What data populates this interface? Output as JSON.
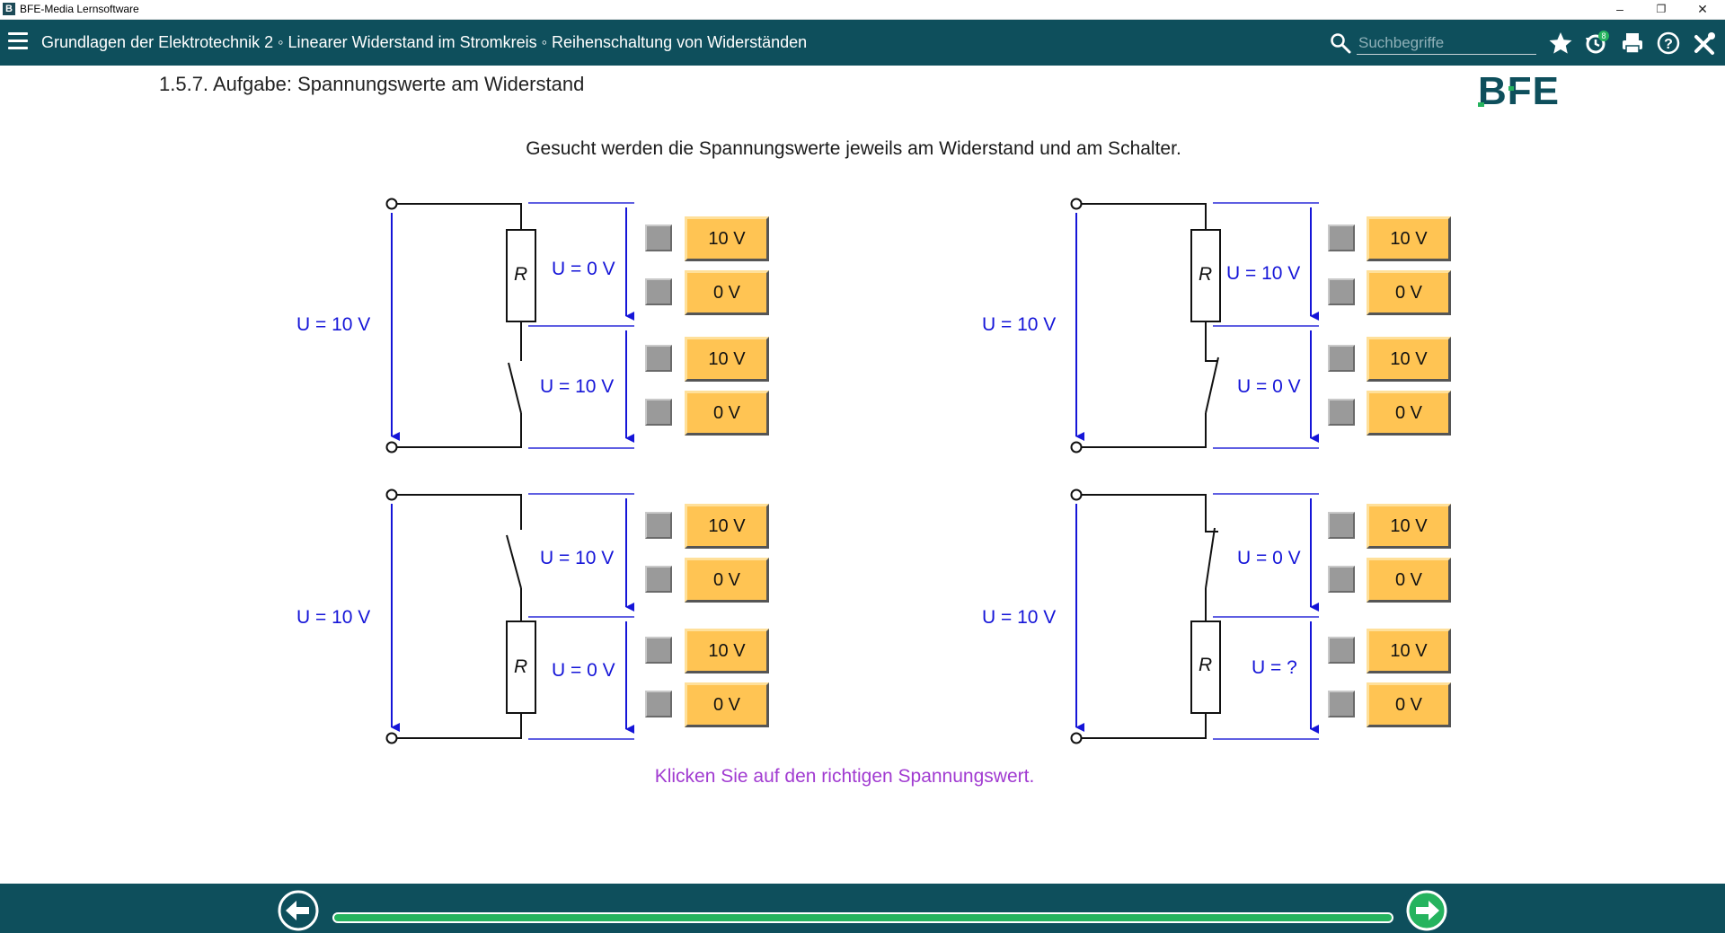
{
  "window": {
    "title": "BFE-Media Lernsoftware",
    "icon_letter": "B",
    "minimize": "–",
    "restore": "❐",
    "close": "✕"
  },
  "header": {
    "breadcrumb": "Grundlagen der Elektrotechnik 2 ◦ Linearer Widerstand im Stromkreis ◦ Reihenschaltung von Widerständen",
    "search_placeholder": "Suchbegriffe",
    "icons": [
      "hamburger-icon",
      "search-icon",
      "star-icon",
      "history-icon",
      "print-icon",
      "help-icon",
      "tools-icon"
    ],
    "history_badge": "8"
  },
  "page": {
    "heading": "1.5.7. Aufgabe: Spannungswerte am Widerstand",
    "instruction": "Gesucht werden die Spannungswerte jeweils am Widerstand und am Schalter.",
    "hint": "Klicken Sie auf den richtigen Spannungswert.",
    "logo": "BFE"
  },
  "circuits": [
    {
      "source_label": "U  = 10 V",
      "resistor": "R",
      "top_voltage": "U = 0 V",
      "bottom_voltage": "U = 10 V",
      "top_options": [
        "10 V",
        "0 V"
      ],
      "bottom_options": [
        "10 V",
        "0 V"
      ]
    },
    {
      "source_label": "U  = 10 V",
      "resistor": "R",
      "top_voltage": "U = 10 V",
      "bottom_voltage": "U = 0 V",
      "top_options": [
        "10 V",
        "0 V"
      ],
      "bottom_options": [
        "10 V",
        "0 V"
      ]
    },
    {
      "source_label": "U  = 10 V",
      "resistor": "R",
      "top_voltage": "U = 10 V",
      "bottom_voltage": "U = 0 V",
      "top_options": [
        "10 V",
        "0 V"
      ],
      "bottom_options": [
        "10 V",
        "0 V"
      ]
    },
    {
      "source_label": "U  = 10 V",
      "resistor": "R",
      "top_voltage": "U = 0 V",
      "bottom_voltage": "U = ?",
      "top_options": [
        "10 V",
        "0 V"
      ],
      "bottom_options": [
        "10 V",
        "0 V"
      ]
    }
  ],
  "footer": {
    "progress": 1.0,
    "prev_icon": "arrow-left-icon",
    "next_icon": "arrow-right-icon"
  },
  "colors": {
    "brand": "#0e4f5c",
    "voltage_blue": "#1515d8",
    "option_yellow": "#ffc453",
    "hint_purple": "#a13bd1",
    "progress_green": "#25b35e"
  }
}
